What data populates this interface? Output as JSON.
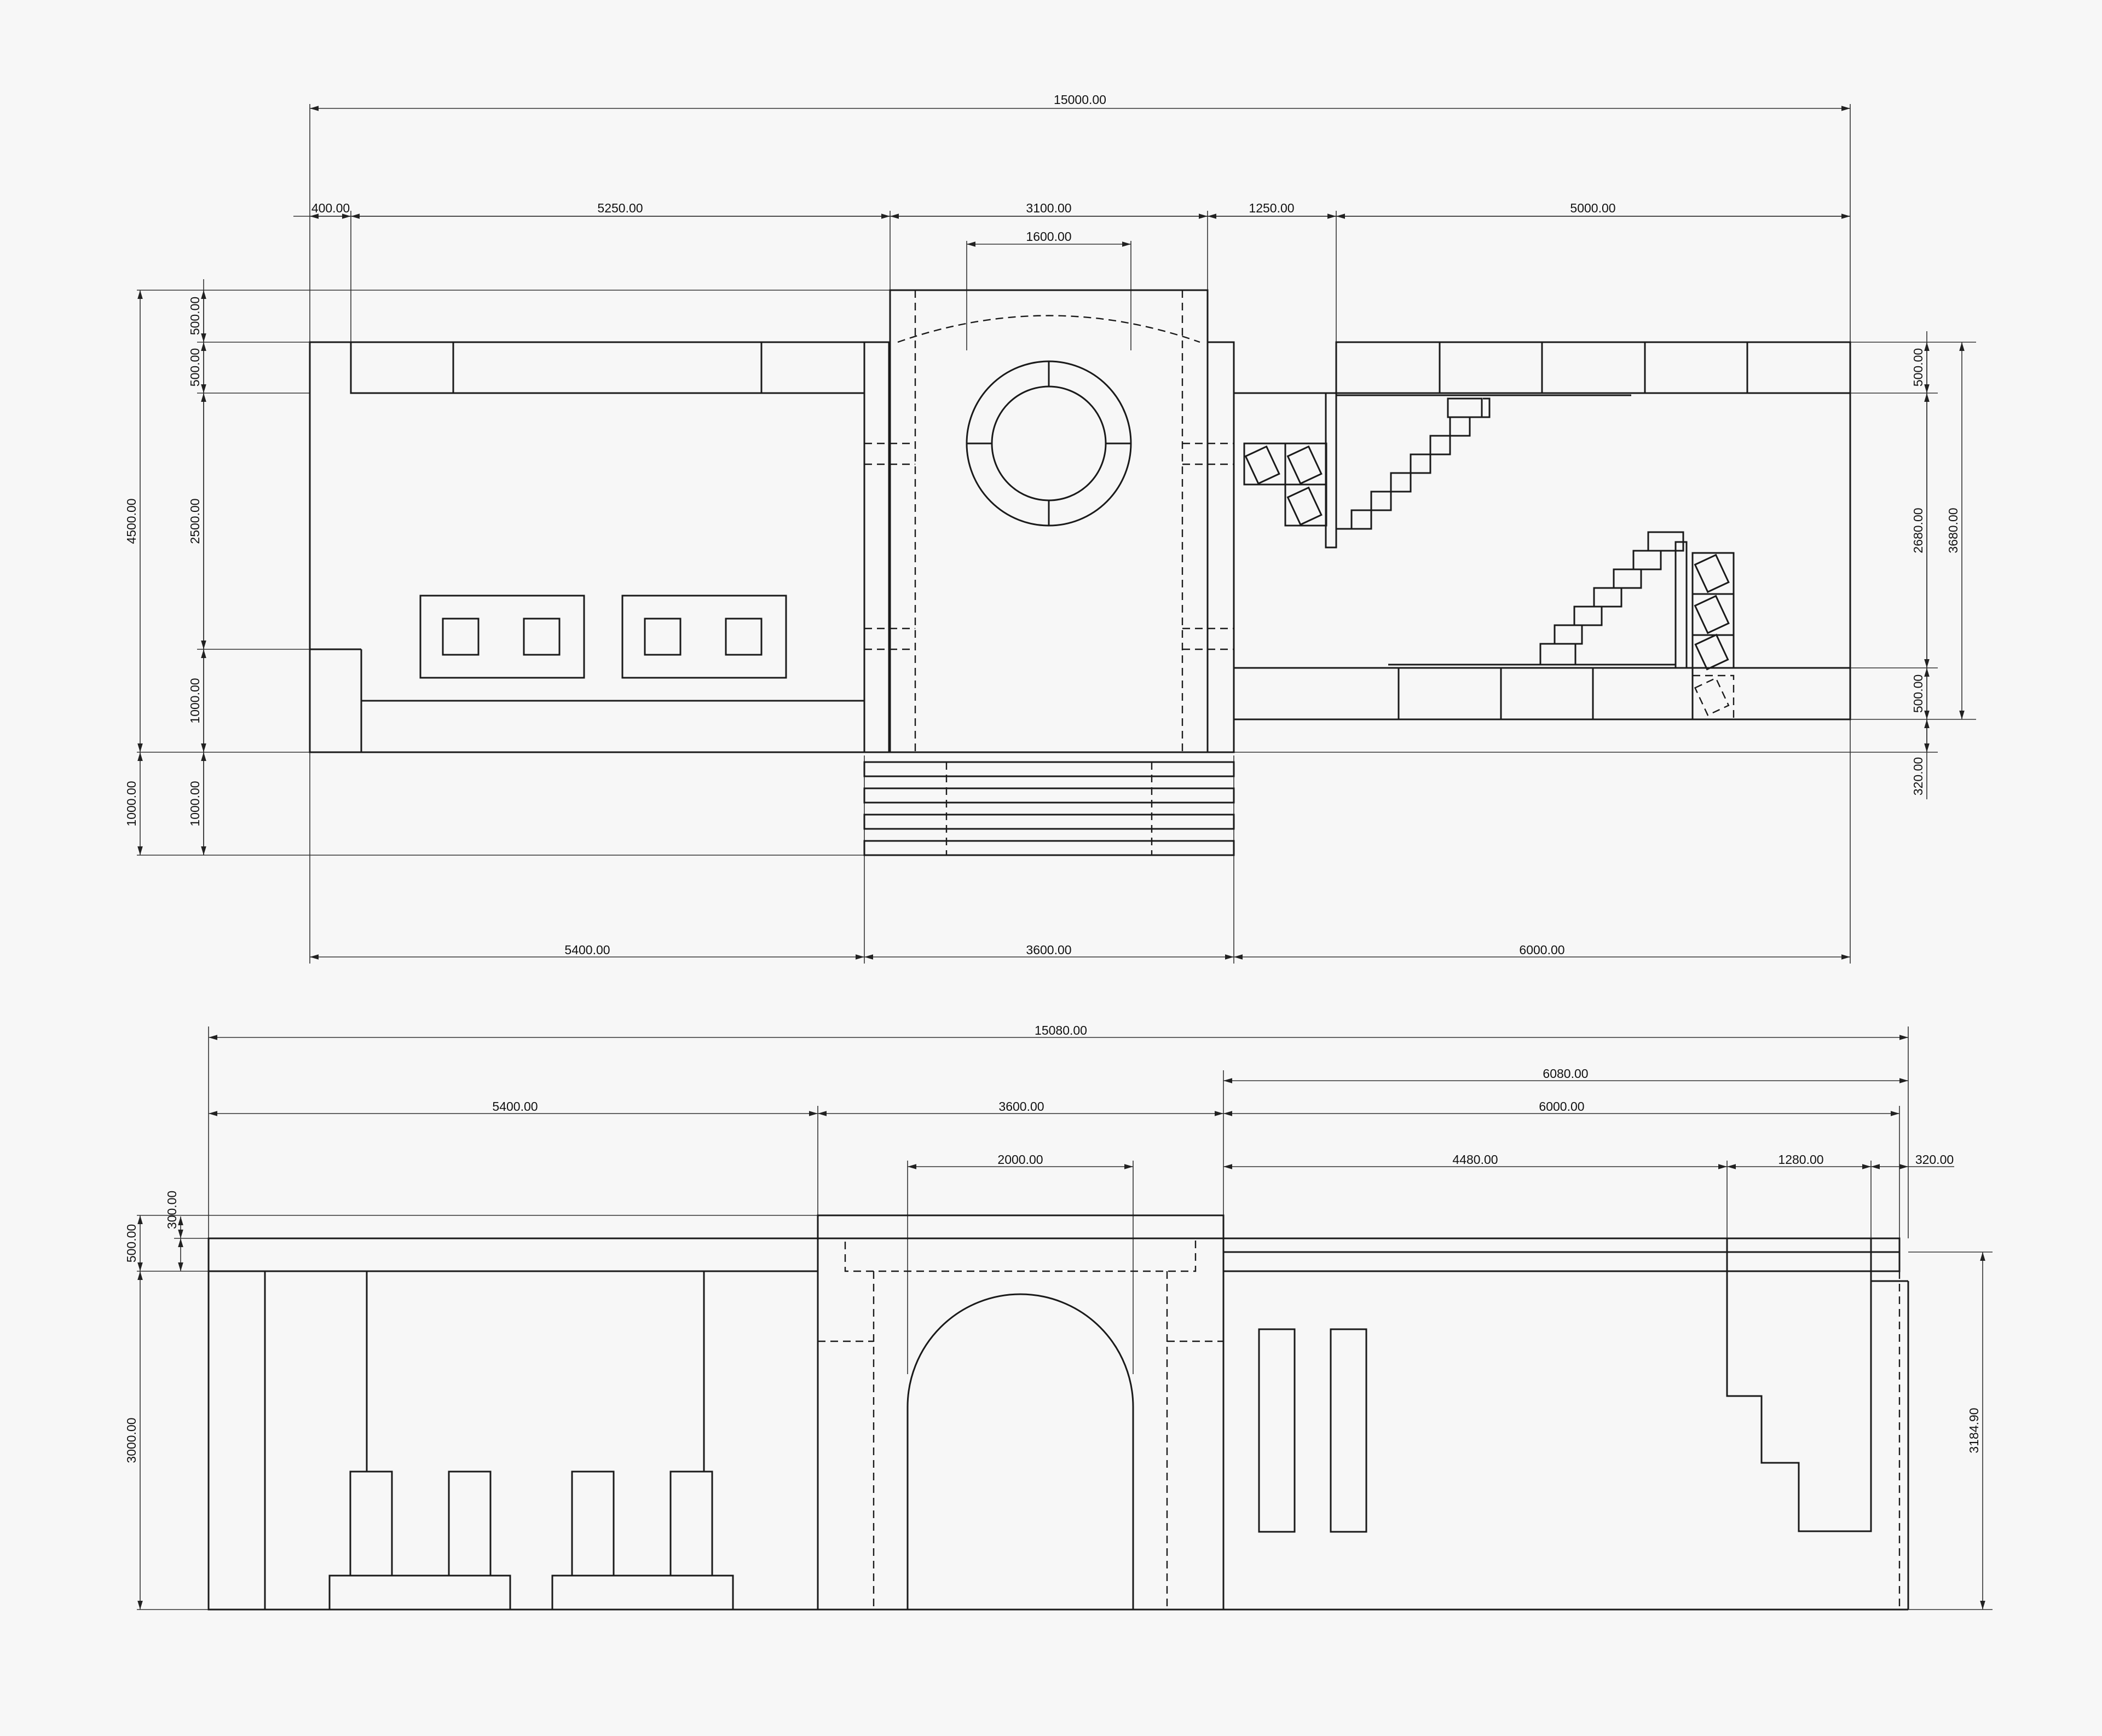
{
  "plan": {
    "dim_total": "15000.00",
    "dim_400": "400.00",
    "dim_5250": "5250.00",
    "dim_3100": "3100.00",
    "dim_1600": "1600.00",
    "dim_1250": "1250.00",
    "dim_5000": "5000.00",
    "dim_5400": "5400.00",
    "dim_3600": "3600.00",
    "dim_6000": "6000.00",
    "left_4500": "4500.00",
    "left_1000": "1000.00",
    "left_500a": "500.00",
    "left_500b": "500.00",
    "left_2500": "2500.00",
    "left_1000b": "1000.00",
    "left_1000c": "1000.00",
    "right_500a": "500.00",
    "right_2680": "2680.00",
    "right_500b": "500.00",
    "right_320": "320.00",
    "right_3680": "3680.00"
  },
  "elevation": {
    "dim_total": "15080.00",
    "dim_6080": "6080.00",
    "dim_5400": "5400.00",
    "dim_3600": "3600.00",
    "dim_6000": "6000.00",
    "dim_2000": "2000.00",
    "dim_4480": "4480.00",
    "dim_1280": "1280.00",
    "dim_320": "320.00",
    "left_300": "300.00",
    "left_500": "500.00",
    "left_3000": "3000.00",
    "right_3184": "3184.90"
  }
}
